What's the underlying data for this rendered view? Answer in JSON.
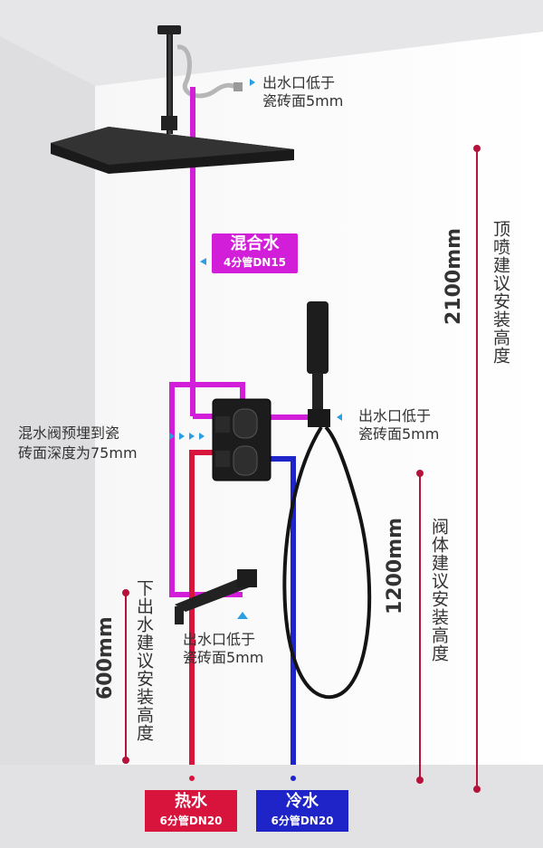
{
  "annotations": {
    "shower_outlet": [
      "出水口低于",
      "瓷砖面5mm"
    ],
    "hand_outlet": [
      "出水口低于",
      "瓷砖面5mm"
    ],
    "spout_outlet": [
      "出水口低于",
      "瓷砖面5mm"
    ],
    "valve_depth": [
      "混水阀预埋到瓷",
      "砖面深度为75mm"
    ]
  },
  "labels": {
    "mixed": {
      "title": "混合水",
      "sub": "4分管DN15"
    },
    "hot": {
      "title": "热水",
      "sub": "6分管DN20"
    },
    "cold": {
      "title": "冷水",
      "sub": "6分管DN20"
    }
  },
  "dimensions": {
    "top": {
      "value": "2100mm",
      "label": "顶喷建议安装高度"
    },
    "valve": {
      "value": "1200mm",
      "label": "阀体建议安装高度"
    },
    "spout": {
      "value": "600mm",
      "label": "下出水建议安装高度"
    }
  },
  "colors": {
    "mixed": "#d21ed8",
    "hot": "#d8143c",
    "cold": "#1f24c8",
    "dim": "#b5133b",
    "marker": "#2b9fe0",
    "wall": "#ffffff",
    "side_wall": "#dcdcde",
    "fixture": "#1b1b1b"
  }
}
